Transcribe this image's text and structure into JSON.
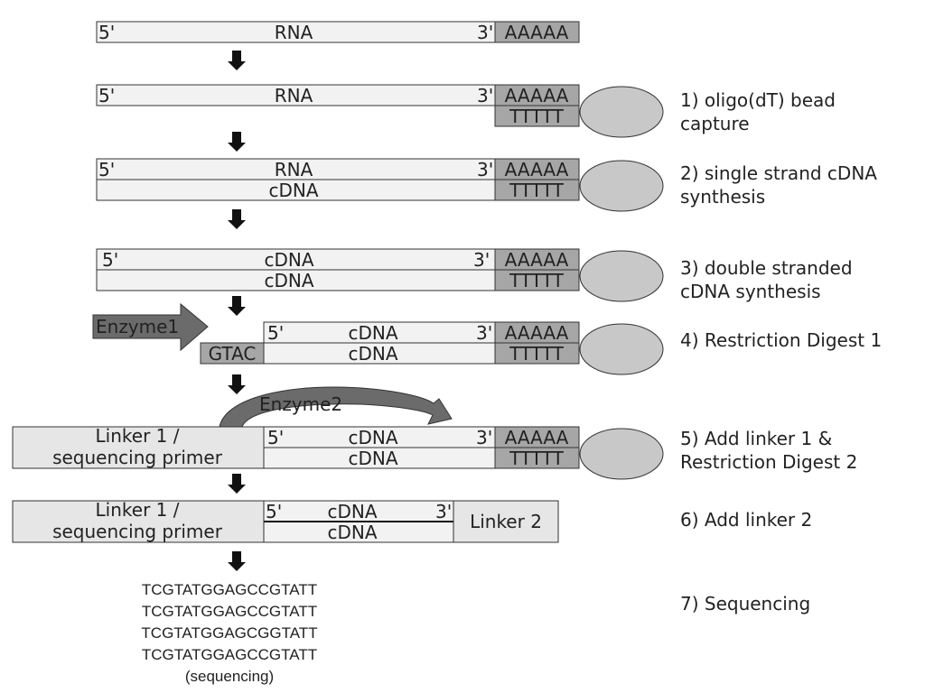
{
  "colors": {
    "light_strand": "#f2f2f2",
    "dark_block": "#a6a6a6",
    "bead": "#c8c8c8",
    "arrow": "#6b6b6b",
    "linker": "#e6e6e6"
  },
  "rows": {
    "r1": {
      "p5": "5'",
      "mid": "RNA",
      "p3": "3'",
      "tail": "AAAAA"
    },
    "r2": {
      "p5": "5'",
      "mid": "RNA",
      "p3": "3'",
      "tail": "AAAAA",
      "bot": "TTTTT"
    },
    "r3": {
      "p5": "5'",
      "mid": "RNA",
      "p3": "3'",
      "tail": "AAAAA",
      "bot_mid": "cDNA",
      "bot": "TTTTT"
    },
    "r4": {
      "p5": "5'",
      "mid": "cDNA",
      "p3": "3'",
      "tail": "AAAAA",
      "bot_mid": "cDNA",
      "bot": "TTTTT"
    },
    "r5": {
      "enzyme": "Enzyme1",
      "p5": "5'",
      "mid": "cDNA",
      "p3": "3'",
      "tail": "AAAAA",
      "stub": "GTAC",
      "bot_mid": "cDNA",
      "bot": "TTTTT"
    },
    "r6": {
      "enzyme": "Enzyme2",
      "linker_l1": "Linker 1 /",
      "linker_l2": "sequencing primer",
      "p5": "5'",
      "mid": "cDNA",
      "p3": "3'",
      "tail": "AAAAA",
      "bot_mid": "cDNA",
      "bot": "TTTTT"
    },
    "r7": {
      "linker_l1": "Linker 1 /",
      "linker_l2": "sequencing primer",
      "p5": "5'",
      "mid": "cDNA",
      "p3": "3'",
      "bot_mid": "cDNA",
      "linker2": "Linker 2"
    }
  },
  "steps": {
    "s1a": "1) oligo(dT) bead",
    "s1b": "capture",
    "s2a": "2) single strand cDNA",
    "s2b": "synthesis",
    "s3a": "3) double stranded",
    "s3b": "cDNA synthesis",
    "s4": "4) Restriction Digest 1",
    "s5a": "5) Add linker 1 &",
    "s5b": "Restriction Digest 2",
    "s6": "6) Add linker 2",
    "s7": "7) Sequencing"
  },
  "sequences": [
    "TCGTATGGAGCCGTATT",
    "TCGTATGGAGCCGTATT",
    "TCGTATGGAGCGGTATT",
    "TCGTATGGAGCCGTATT"
  ],
  "sequencing_note": "(sequencing)"
}
